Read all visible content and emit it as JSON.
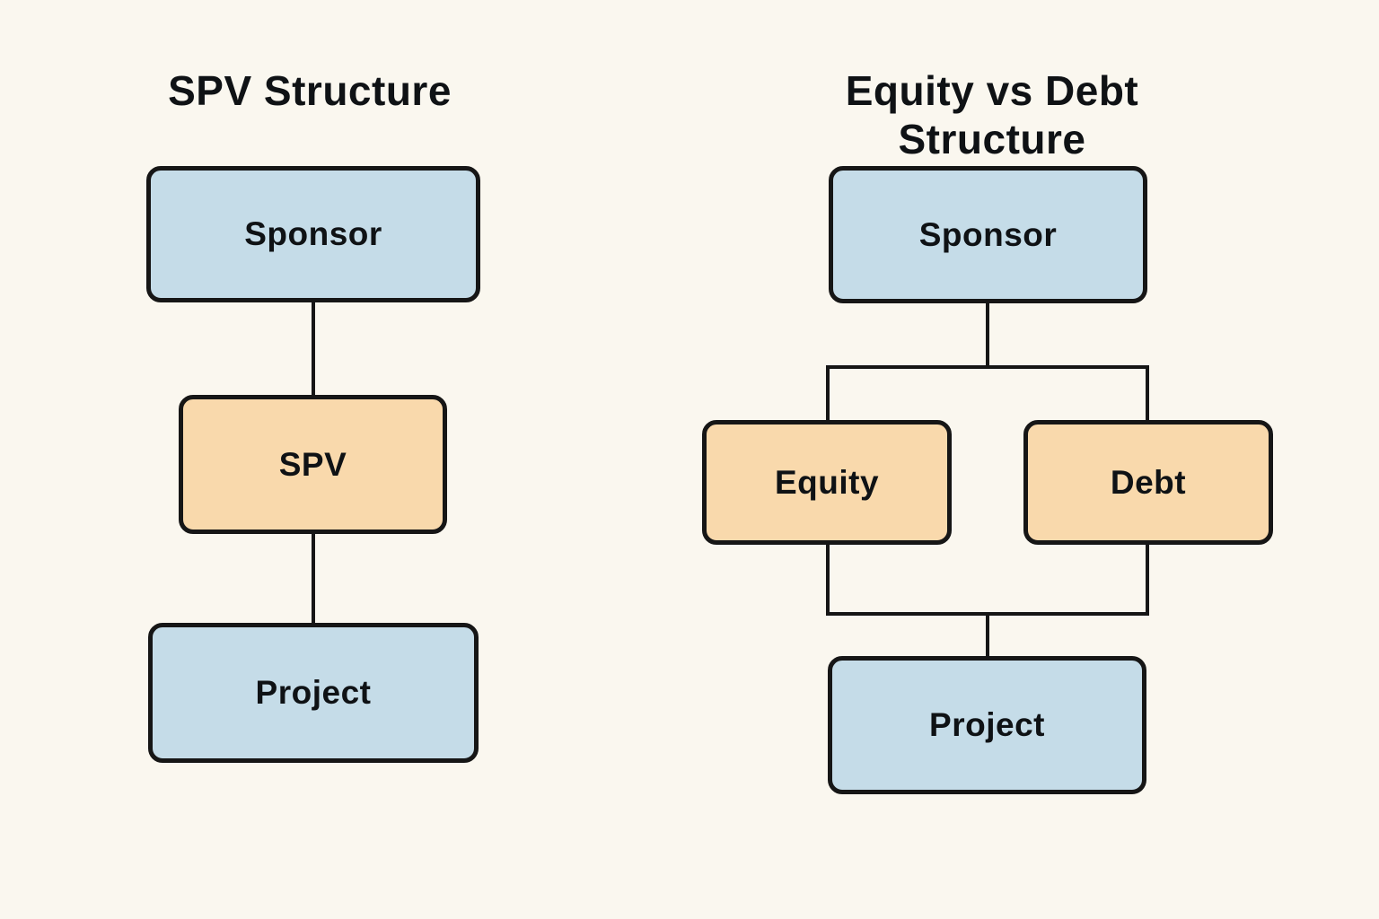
{
  "colors": {
    "background": "#faf7ef",
    "box_blue": "#c5dce8",
    "box_orange": "#f9d9ac",
    "border": "#161616",
    "line": "#161616",
    "text": "#0f1215"
  },
  "left_diagram": {
    "title": "SPV Structure",
    "nodes": {
      "sponsor": "Sponsor",
      "spv": "SPV",
      "project": "Project"
    },
    "edges": [
      "Sponsor - SPV",
      "SPV - Project"
    ]
  },
  "right_diagram": {
    "title": "Equity vs Debt Structure",
    "nodes": {
      "sponsor": "Sponsor",
      "equity": "Equity",
      "debt": "Debt",
      "project": "Project"
    },
    "edges": [
      "Sponsor - Equity",
      "Sponsor - Debt",
      "Equity - Project",
      "Debt - Project"
    ]
  }
}
